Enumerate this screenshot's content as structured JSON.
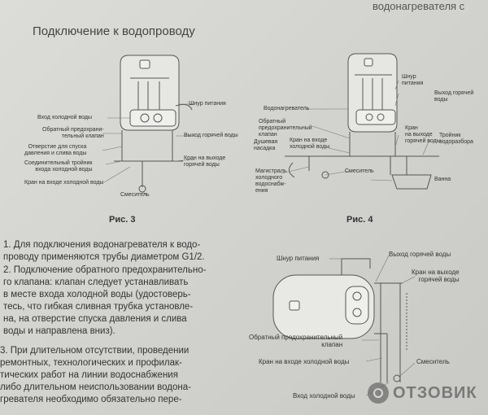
{
  "header": {
    "text": "водонагревателя с"
  },
  "title": "Подключение к водопроводу",
  "fig3": {
    "caption": "Рис. 3",
    "labels": {
      "power_cord": "Шнур питания",
      "cold_inlet": "Вход холодной воды",
      "check_valve": "Обратный предохрани-\nтельный клапан",
      "drain_hole": "Отверстие для спуска\nдавления и слива воды",
      "tee": "Соединительный тройник\nвхода холодной воды",
      "cold_tap": "Кран на входе холодной воды",
      "hot_outlet": "Выход горячей воды",
      "hot_tap": "Кран на выходе\nгорячей воды",
      "mixer": "Смеситель"
    }
  },
  "fig4": {
    "caption": "Рис. 4",
    "labels": {
      "power_cord": "Шнур\nпитания",
      "hot_outlet": "Выход горячей\nводы",
      "heater": "Водонагреватель",
      "check_valve": "Обратный\nпредохранительный\nклапан",
      "hot_tap": "Кран\nна выходе\nгорячей воды",
      "tee": "Тройник\nводоразбора",
      "shower": "Душевая\nнасадка",
      "cold_tap": "Кран на входе\nхолодной воды",
      "mixer": "Смеситель",
      "main": "Магистраль\nхолодного\nводоснабж-\nения",
      "bath": "Ванна"
    }
  },
  "fig5": {
    "labels": {
      "power_cord": "Шнур питания",
      "hot_outlet": "Выход горячей воды",
      "hot_tap": "Кран на выходе\nгорячей воды",
      "check_valve": "Обратный предохранительный\nклапан",
      "cold_tap": "Кран на входе холодной воды",
      "mixer": "Смеситель",
      "cold_inlet": "Вход холодной воды"
    }
  },
  "instructions": [
    "1. Для подключения водонагревателя к водо-",
    "   проводу применяются трубы диаметром G1/2.",
    "2. Подключение обратного предохранительно-",
    "   го клапана: клапан следует устанавливать",
    "   в месте входа холодной воды (удостоверь-",
    "   тесь, что гибкая сливная трубка установле-",
    "   на, на отверстие спуска давления и слива",
    "   воды и направлена вниз).",
    "3. При длительном отсутствии, проведении",
    "   ремонтных, технологических и профилак-",
    "   тических работ на линии водоснабжения",
    "   либо длительном неиспользовании водона-",
    "   гревателя необходимо обязательно пере-"
  ],
  "watermark": "ОТЗОВИК"
}
